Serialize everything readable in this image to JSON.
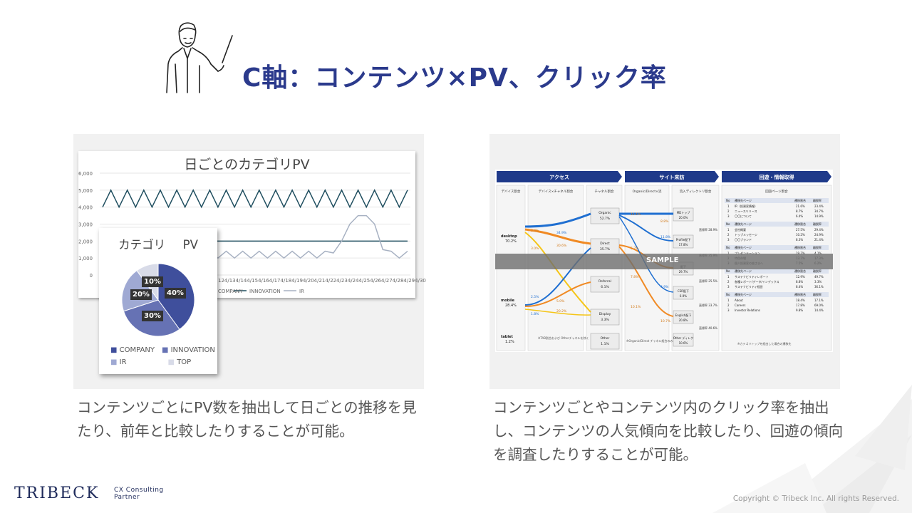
{
  "slide": {
    "title": "C軸：コンテンツ×PV、クリック率",
    "logo": "TRIBECK",
    "logo_sub_line1": "CX Consulting",
    "logo_sub_line2": "Partner",
    "copyright": "Copyright © Tribeck Inc. All rights Reserved."
  },
  "left_panel": {
    "description": "コンテンツごとにPV数を抽出して日ごとの推移を見たり、前年と比較したりすることが可能。",
    "chart_data": {
      "type": "line",
      "title": "日ごとのカテゴリPV",
      "y_ticks": [
        "6,000",
        "5,000",
        "4,000",
        "3,000",
        "2,000",
        "1,000",
        "0"
      ],
      "ylim": [
        0,
        6000
      ],
      "x_tick_labels": [
        "4/12",
        "4/13",
        "4/14",
        "4/15",
        "4/16",
        "4/17",
        "4/18",
        "4/19",
        "4/20",
        "4/21",
        "4/22",
        "4/23",
        "4/24",
        "4/25",
        "4/26",
        "4/27",
        "4/28",
        "4/29",
        "4/30"
      ],
      "legend": [
        "COMPANY",
        "INNOVATION",
        "IR"
      ],
      "colors": {
        "company": "#1f4e5f",
        "innovation": "#1f4e5f",
        "ir": "#a7b1c2"
      }
    },
    "pie_chart": {
      "type": "pie",
      "title_part1": "カテゴリ",
      "title_part2": "PV",
      "slices": [
        {
          "name": "COMPANY",
          "label": "40%",
          "value": 40,
          "color": "#3f4f9c"
        },
        {
          "name": "INNOVATION",
          "label": "30%",
          "value": 30,
          "color": "#6672b4"
        },
        {
          "name": "IR",
          "label": "20%",
          "value": 20,
          "color": "#9fa9d3"
        },
        {
          "name": "TOP",
          "label": "10%",
          "value": 10,
          "color": "#d8dbe8"
        }
      ],
      "legend": [
        "COMPANY",
        "INNOVATION",
        "IR",
        "TOP"
      ]
    }
  },
  "right_panel": {
    "description": "コンテンツごとやコンテンツ内のクリック率を抽出し、コンテンツの人気傾向を比較したり、回遊の傾向を調査したりすることが可能。",
    "headers": [
      "アクセス",
      "サイト来訪",
      "回遊・情報取得"
    ],
    "sample_label": "SAMPLE",
    "sub_headers": [
      "デバイス割合",
      "デバイス×チャネル割合",
      "チャネル割合",
      "Organic/Direct×流入ディレクトリ割合",
      "流入ディレクトリ割合",
      "回遊ページ割合"
    ],
    "devices": [
      {
        "name": "desktop",
        "value": "70.2%"
      },
      {
        "name": "mobile",
        "value": "28.4%"
      },
      {
        "name": "tablet",
        "value": "1.2%"
      }
    ],
    "channels": [
      {
        "name": "Organic",
        "value": "52.7%"
      },
      {
        "name": "Direct",
        "value": "35.7%"
      },
      {
        "name": "Referral",
        "value": "6.1%"
      },
      {
        "name": "Display",
        "value": "3.3%"
      },
      {
        "name": "Other",
        "value": "1.1%"
      }
    ],
    "directories": [
      {
        "name": "MDトップ",
        "value": "20.0%"
      },
      {
        "name": "Profile配下",
        "value": "17.8%"
      },
      {
        "name": "配下",
        "value": "29.7%"
      },
      {
        "name": "CSR配下",
        "value": "6.9%"
      },
      {
        "name": "English配下",
        "value": "20.8%"
      },
      {
        "name": "Other ディレクトリ",
        "value": "10.6%"
      }
    ],
    "flow_values": [
      "3.4%",
      "34.9%",
      "30.6%",
      "3.0%",
      "2.5%",
      "5.0%",
      "20.2%",
      "1.8%",
      "11.1%",
      "8.8%",
      "11.8%",
      "5.2%",
      "7.8%",
      "4.9%",
      "10.1%",
      "10.7%"
    ],
    "exit_labels": [
      "直帰率 28.9%",
      "直帰率 35.9%",
      "直帰率 25.5%",
      "直帰率 33.7%",
      "直帰率 40.6%"
    ],
    "table_headers": [
      "No",
      "遷移先ページ",
      "遷移割合",
      "離脱率"
    ],
    "rows": [
      [
        "1",
        "IR（投資家情報）",
        "21.6%",
        "23.4%"
      ],
      [
        "2",
        "ニュースリリース",
        "8.7%",
        "34.7%"
      ],
      [
        "3",
        "〇〇について",
        "6.4%",
        "14.9%"
      ],
      [
        "1",
        "会社概要",
        "27.5%",
        "29.4%"
      ],
      [
        "2",
        "トップメッセージ",
        "10.2%",
        "24.9%"
      ],
      [
        "3",
        "〇〇ブランド",
        "8.3%",
        "21.4%"
      ],
      [
        "1",
        "プレゼンテーション",
        "19.7%",
        "4.1%"
      ],
      [
        "2",
        "特色市場",
        "13.7%",
        "17.3%"
      ],
      [
        "3",
        "個人投資家の皆さまへ",
        "7.5%",
        "6.2%"
      ],
      [
        "1",
        "サステナビリティレポート",
        "12.9%",
        "49.7%"
      ],
      [
        "2",
        "各種レポート/データ/インデックス",
        "8.8%",
        "3.3%"
      ],
      [
        "3",
        "サステナビリティ経営",
        "8.4%",
        "36.1%"
      ],
      [
        "1",
        "About",
        "18.4%",
        "17.1%"
      ],
      [
        "2",
        "Careers",
        "17.8%",
        "69.0%"
      ],
      [
        "3",
        "Investor Relations",
        "9.8%",
        "14.4%"
      ]
    ],
    "footnotes": [
      "※TAB割合および Otherチャネルを除く",
      "※Organic/Direct チャネル組合のみ",
      "※カテゴリトップを経由した場合の遷移先"
    ]
  }
}
